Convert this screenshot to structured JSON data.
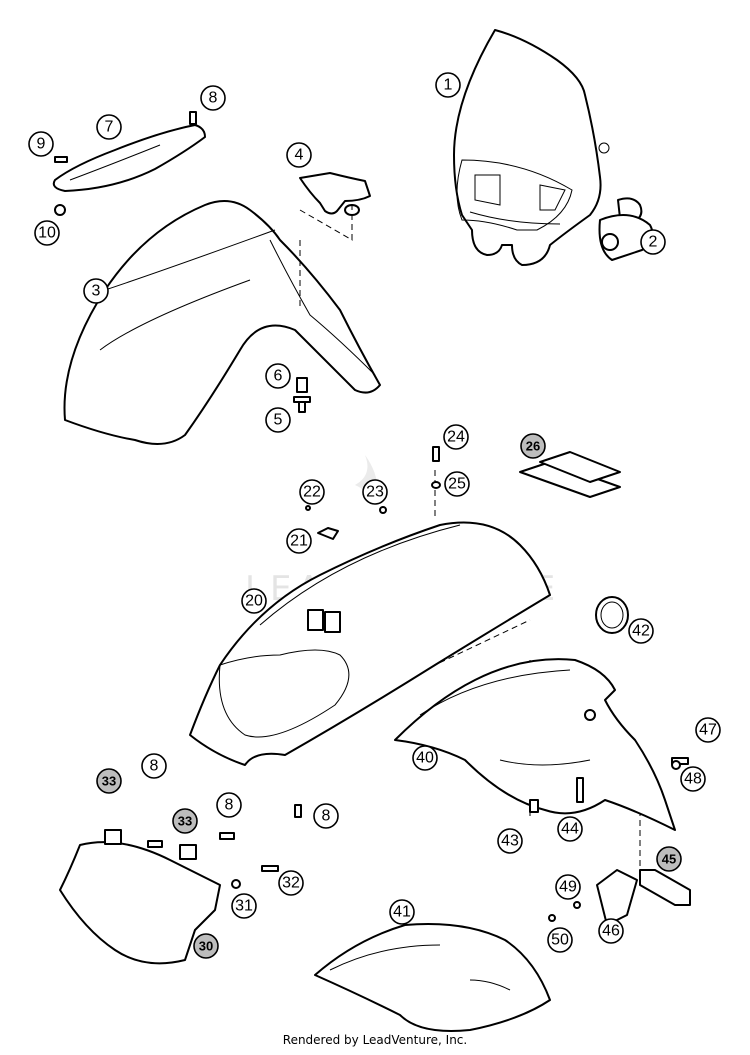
{
  "watermark": "LEADVENTURE",
  "footer": "Rendered by LeadVenture, Inc.",
  "callouts": [
    {
      "id": "c1",
      "label": "1",
      "shaded": false
    },
    {
      "id": "c2",
      "label": "2",
      "shaded": false
    },
    {
      "id": "c3",
      "label": "3",
      "shaded": false
    },
    {
      "id": "c4",
      "label": "4",
      "shaded": false
    },
    {
      "id": "c5",
      "label": "5",
      "shaded": false
    },
    {
      "id": "c6",
      "label": "6",
      "shaded": false
    },
    {
      "id": "c7",
      "label": "7",
      "shaded": false
    },
    {
      "id": "c8a",
      "label": "8",
      "shaded": false
    },
    {
      "id": "c8b",
      "label": "8",
      "shaded": false
    },
    {
      "id": "c8c",
      "label": "8",
      "shaded": false
    },
    {
      "id": "c8d",
      "label": "8",
      "shaded": false
    },
    {
      "id": "c9",
      "label": "9",
      "shaded": false
    },
    {
      "id": "c10",
      "label": "10",
      "shaded": false
    },
    {
      "id": "c20",
      "label": "20",
      "shaded": false
    },
    {
      "id": "c21",
      "label": "21",
      "shaded": false
    },
    {
      "id": "c22",
      "label": "22",
      "shaded": false
    },
    {
      "id": "c23",
      "label": "23",
      "shaded": false
    },
    {
      "id": "c24",
      "label": "24",
      "shaded": false
    },
    {
      "id": "c25",
      "label": "25",
      "shaded": false
    },
    {
      "id": "c26",
      "label": "26",
      "shaded": true
    },
    {
      "id": "c30",
      "label": "30",
      "shaded": true
    },
    {
      "id": "c31",
      "label": "31",
      "shaded": false
    },
    {
      "id": "c32",
      "label": "32",
      "shaded": false
    },
    {
      "id": "c33a",
      "label": "33",
      "shaded": true
    },
    {
      "id": "c33b",
      "label": "33",
      "shaded": true
    },
    {
      "id": "c40",
      "label": "40",
      "shaded": false
    },
    {
      "id": "c41",
      "label": "41",
      "shaded": false
    },
    {
      "id": "c42",
      "label": "42",
      "shaded": false
    },
    {
      "id": "c43",
      "label": "43",
      "shaded": false
    },
    {
      "id": "c44",
      "label": "44",
      "shaded": false
    },
    {
      "id": "c45",
      "label": "45",
      "shaded": true
    },
    {
      "id": "c46",
      "label": "46",
      "shaded": false
    },
    {
      "id": "c47",
      "label": "47",
      "shaded": false
    },
    {
      "id": "c48",
      "label": "48",
      "shaded": false
    },
    {
      "id": "c49",
      "label": "49",
      "shaded": false
    },
    {
      "id": "c50",
      "label": "50",
      "shaded": false
    }
  ]
}
